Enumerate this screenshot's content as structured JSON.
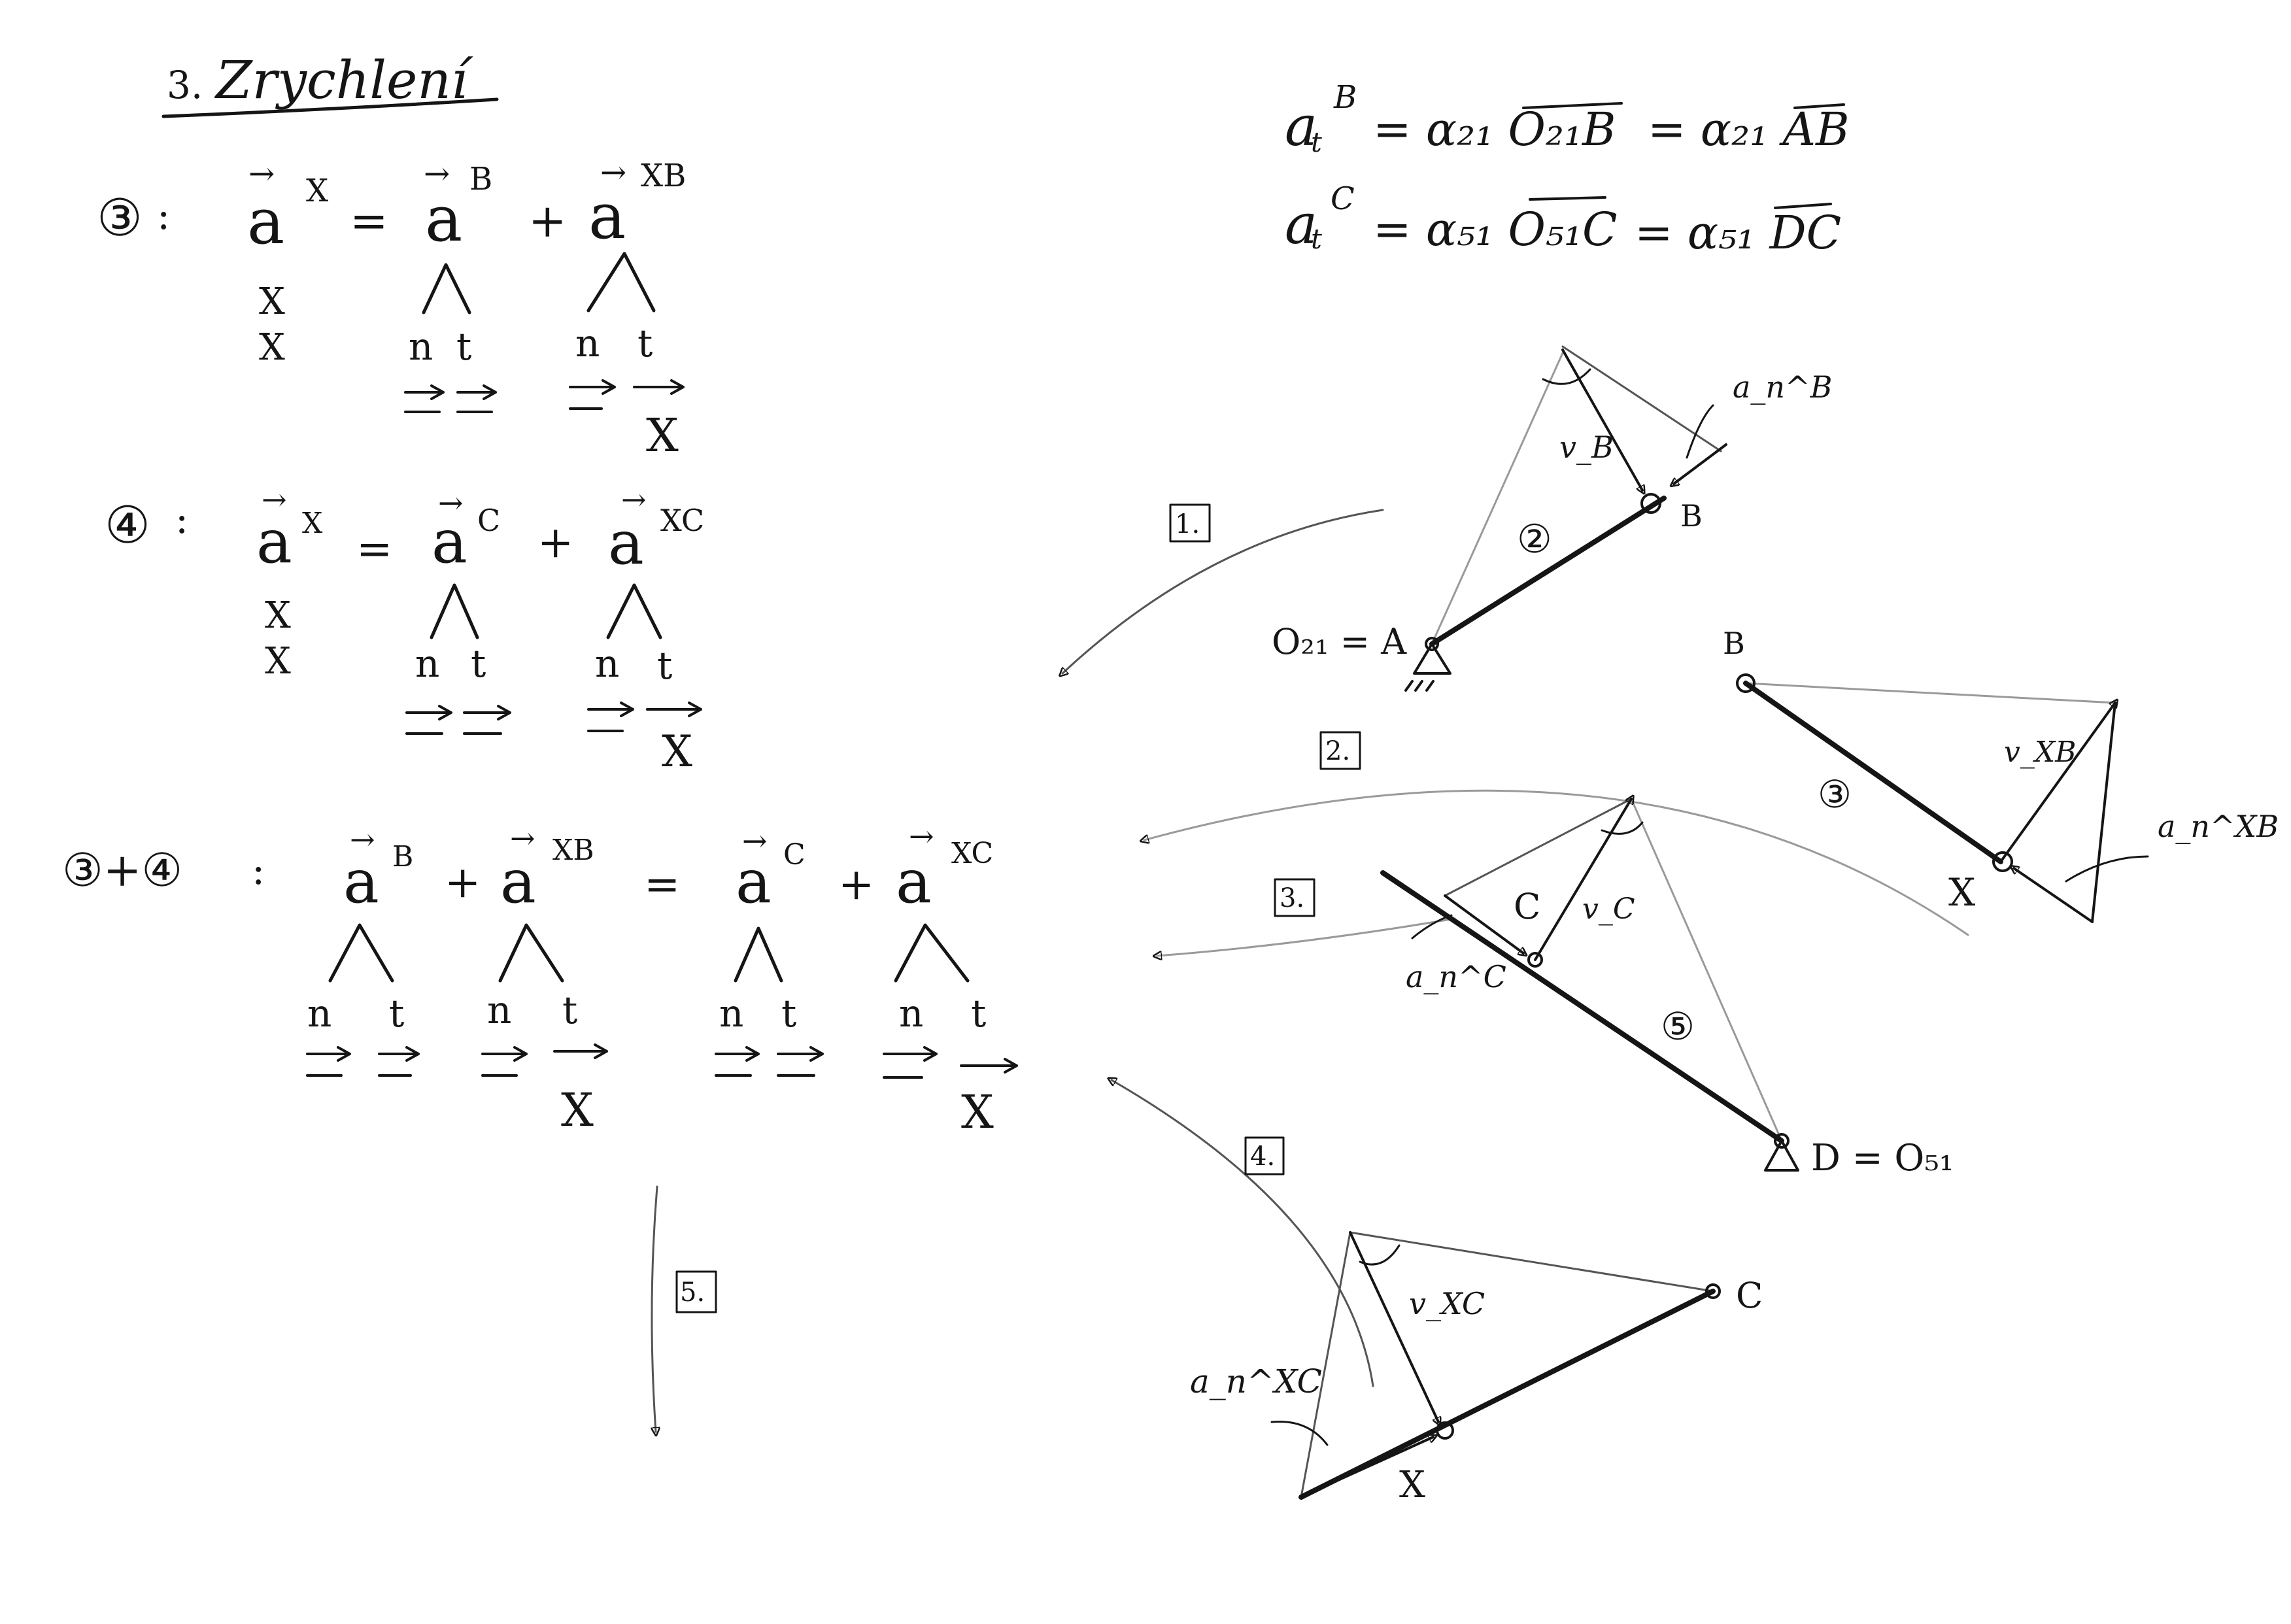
{
  "header": {
    "number": "3.",
    "title": "Zrychlení"
  },
  "labels": {
    "eq3": "③",
    "eq4": "④",
    "eq34": "③+④",
    "colon": ":",
    "eq": "=",
    "plus": "+",
    "n": "n",
    "t": "t",
    "cross": "X",
    "a": "a",
    "sup_X": "X",
    "sup_B": "B",
    "sup_XB": "XB",
    "sup_C": "C",
    "sup_XC": "XC",
    "wedge": "⋀",
    "arrowmark": "→"
  },
  "formulas": {
    "f1": "a_t^B = α₂₁ O₂₁B = α₂₁ AB",
    "f1_lhs": "a",
    "f1_sub": "t",
    "f1_sup": "B",
    "f1_rhs1": "= α₂₁ O₂₁B",
    "f1_rhs2": "= α₂₁ AB",
    "f2_lhs": "a",
    "f2_sub": "t",
    "f2_sup": "C",
    "f2_rhs1": "= α₅₁ O₅₁C",
    "f2_rhs2": "= α₅₁ DC"
  },
  "steps": {
    "s1": "1.",
    "s2": "2.",
    "s3": "3.",
    "s4": "4.",
    "s5": "5."
  },
  "fig1": {
    "label_circle": "②",
    "point_B": "B",
    "point_A": "O₂₁ = A",
    "vB": "v_B",
    "anB": "a_n^B"
  },
  "fig2": {
    "label_circle": "③",
    "point_B": "B",
    "point_X": "X",
    "vXB": "v_XB",
    "anXB": "a_n^XB"
  },
  "fig3": {
    "label_circle": "⑤",
    "point_C": "C",
    "point_D": "D = O₅₁",
    "vC": "v_C",
    "anC": "a_n^C"
  },
  "fig4": {
    "point_C": "C",
    "point_X": "X",
    "vXC": "v_XC",
    "anXC": "a_n^XC"
  }
}
